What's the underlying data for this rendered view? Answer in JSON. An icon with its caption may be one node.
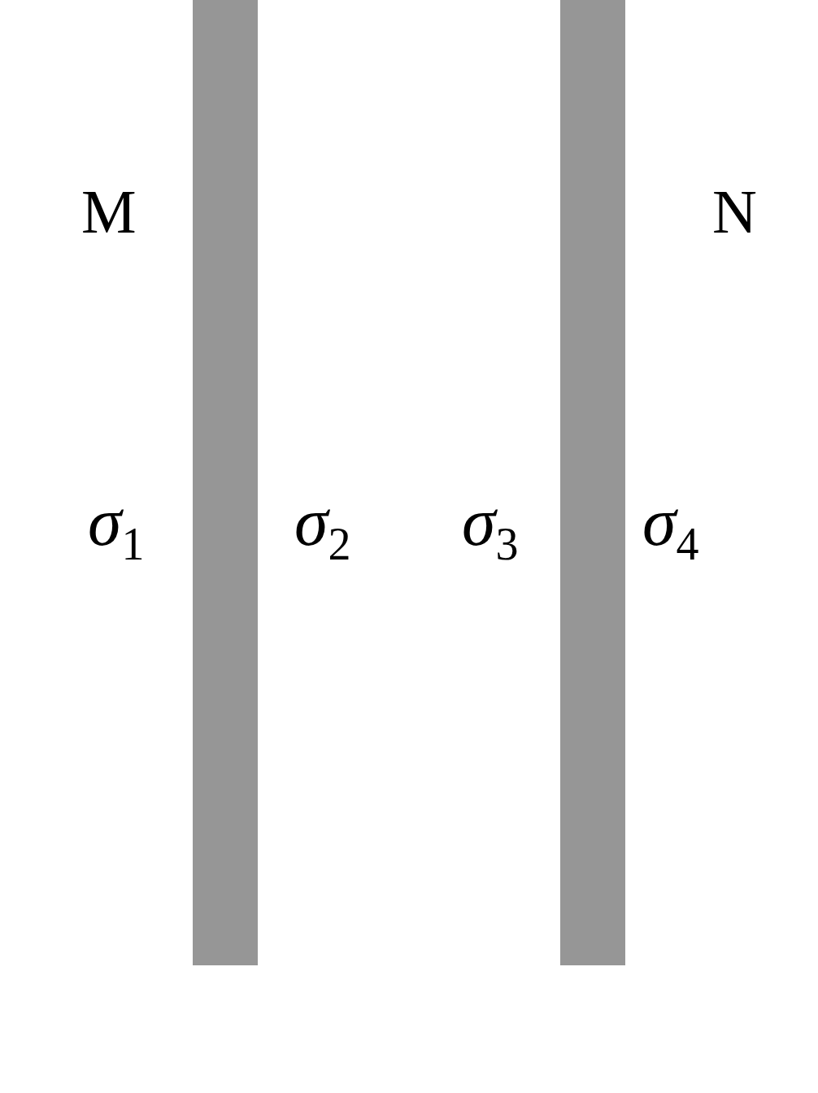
{
  "diagram": {
    "nodes": [
      {
        "text": [],
        "shape": "bar",
        "beside": [
          "M",
          "*σ*$_{1}$",
          "*σ*$_{2}$"
        ]
      },
      {
        "text": [],
        "shape": "bar",
        "beside": [
          "N",
          "*σ*$_{3}$",
          "*σ*$_{4}$"
        ]
      }
    ]
  }
}
